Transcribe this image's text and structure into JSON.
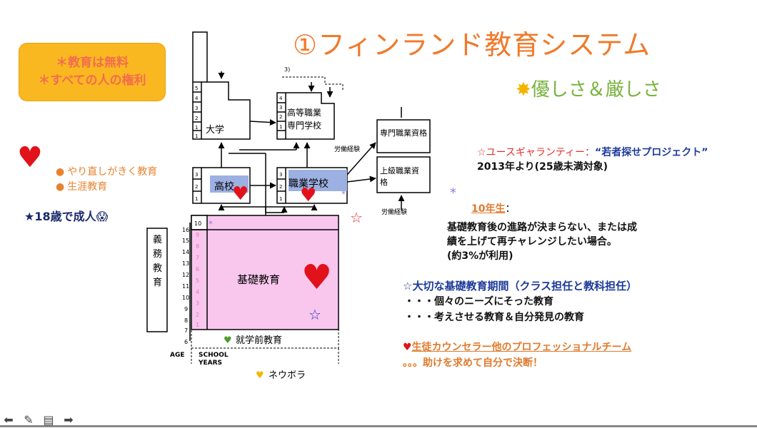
{
  "title": "①フィンランド教育システム",
  "free_box": {
    "line1": "＊教育は無料",
    "line2": "＊すべての人の権利"
  },
  "subtitle": {
    "icon": "star-burst-icon",
    "text": "優しさ＆厳しさ"
  },
  "left_items": [
    "やり直しがきく教育",
    "生涯教育"
  ],
  "adult": "★18歳で成人😱",
  "youth_guarantee": {
    "label": "☆ユースギャランティー：",
    "project": "“若者探せプロジェクト”",
    "since": "2013年より(25歳未満対象)"
  },
  "tenth_grade": {
    "label": "10年生",
    "colon": "：",
    "line1": "基礎教育後の進路が決まらない、または成",
    "line2": "績を上げて再チャレンジしたい場合。",
    "line3": "(約3%が利用)"
  },
  "basic_period": {
    "label": "☆大切な基礎教育期間（クラス担任と教科担任）",
    "line1": "・・・個々のニーズにそった教育",
    "line2": "・・・考えさせる教育＆自分発見の教育"
  },
  "counselor": {
    "label": "生徒カウンセラー他のプロフェッショナルチーム",
    "line2": "。。。助けを求めて自分で決断！"
  },
  "diagram": {
    "university": "大学",
    "polytechnic_line1": "高等職業",
    "polytechnic_line2": "専門学校",
    "high_school": "高校",
    "vocational": "職業学校",
    "vocational_qual": "専門職業資格",
    "advanced_qual_line1": "上級職業資",
    "advanced_qual_line2": "格",
    "work_exp_1": "労働経験",
    "work_exp_2": "労働経験",
    "basic_education": "基礎教育",
    "preschool": "就学前教育",
    "compulsory": [
      "義",
      "務",
      "教",
      "育"
    ],
    "age_label": "AGE",
    "school_years_line1": "SCHOOL",
    "school_years_line2": "YEARS",
    "neuvola": "ネウボラ",
    "ages": [
      "16",
      "15",
      "14",
      "13",
      "12",
      "11",
      "10",
      "9",
      "8",
      "7",
      "6"
    ],
    "years": [
      "9",
      "8",
      "7",
      "6",
      "5",
      "4",
      "3",
      "2",
      "1"
    ],
    "ten": "10",
    "three": "3)"
  },
  "colors": {
    "title": "#f07a2a",
    "basic_fill": "#f9c7ee",
    "school_fill": "#9db0e2",
    "heart": "#e1121a"
  },
  "toolbar": [
    "arrow-left-icon",
    "pen-icon",
    "note-icon",
    "next-arrow-icon"
  ]
}
